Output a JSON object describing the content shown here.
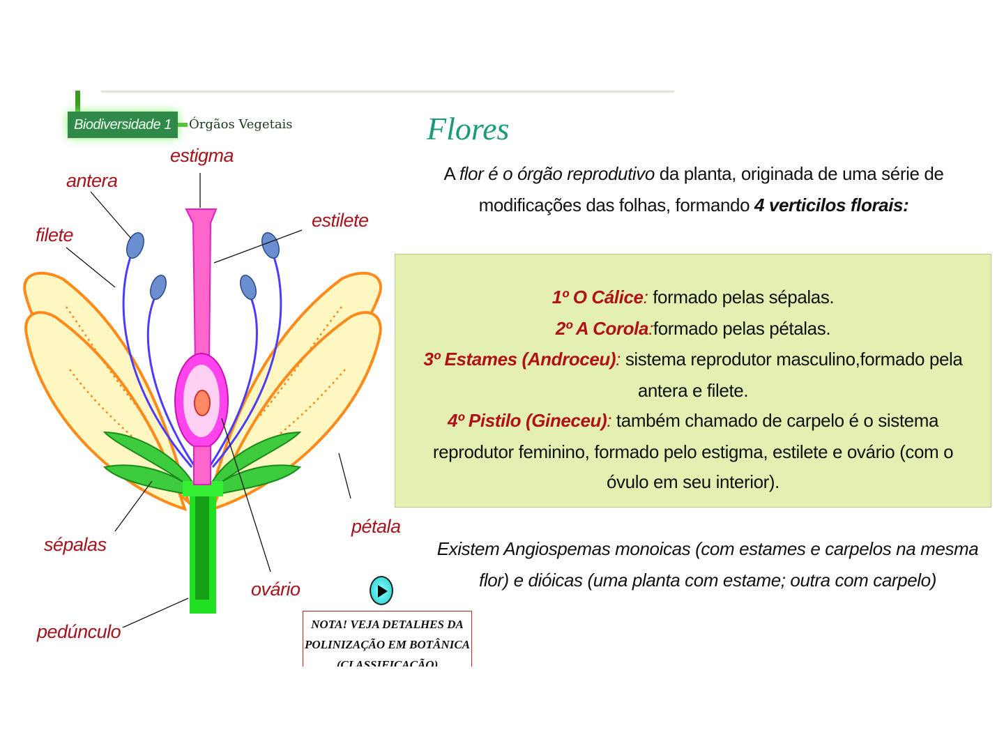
{
  "header": {
    "badge": "Biodiversidade 1",
    "breadcrumb": "Órgãos Vegetais"
  },
  "title": "Flores",
  "intro": {
    "line1_prefix": "A ",
    "line1_italic": "flor é o órgão reprodutivo",
    "line1_suffix": " da planta, originada de uma série de",
    "line2_prefix": "modificações das folhas, formando ",
    "line2_bold": "4 verticilos florais:"
  },
  "box": {
    "items": [
      {
        "term": "1º O Cálice",
        "sep": ":",
        "text": " formado pelas sépalas."
      },
      {
        "term": "2º A Corola",
        "sep": ":",
        "text": "formado pelas pétalas."
      },
      {
        "term": "3º Estames (Androceu)",
        "sep": ":",
        "text": " sistema reprodutor masculino,formado pela",
        "cont": "antera e filete."
      },
      {
        "term": "4º Pistilo (Gineceu)",
        "sep": ":",
        "text": " também chamado de carpelo é o sistema",
        "cont": "reprodutor feminino, formado pelo estigma, estilete e ovário (com o",
        "cont2": "óvulo em seu interior)."
      }
    ]
  },
  "note": {
    "line1": "Existem Angiospemas monoicas (com estames e carpelos na mesma",
    "line2": "flor) e dióicas (uma  planta com estame; outra com carpelo)"
  },
  "diagram": {
    "labels": {
      "estigma": "estigma",
      "antera": "antera",
      "filete": "filete",
      "estilete": "estilete",
      "sepalas": "sépalas",
      "petala": "pétala",
      "ovario": "ovário",
      "pedunculo": "pedúnculo"
    }
  },
  "notebox": {
    "line1": "NOTA! VEJA DETALHES DA",
    "line2": "POLINIZAÇÃO EM  BOTÂNICA",
    "line3": "(CLASSIFICAÇÃO)"
  },
  "colors": {
    "accent": "#1a9a78",
    "label": "#a5141c",
    "box": "#e4efb2"
  }
}
